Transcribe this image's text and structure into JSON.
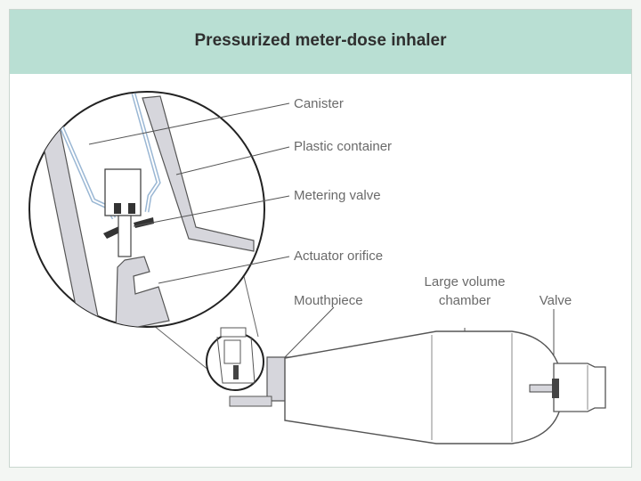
{
  "title": "Pressurized meter-dose inhaler",
  "labels": {
    "canister": "Canister",
    "plastic_container": "Plastic container",
    "metering_valve": "Metering valve",
    "actuator_orifice": "Actuator orifice",
    "mouthpiece": "Mouthpiece",
    "chamber_line1": "Large volume",
    "chamber_line2": "chamber",
    "valve": "Valve"
  },
  "colors": {
    "header": "#b9dfd3",
    "wall_fill": "#d6d6dc",
    "canister_wall": "#9ab7d4",
    "line": "#555555"
  }
}
